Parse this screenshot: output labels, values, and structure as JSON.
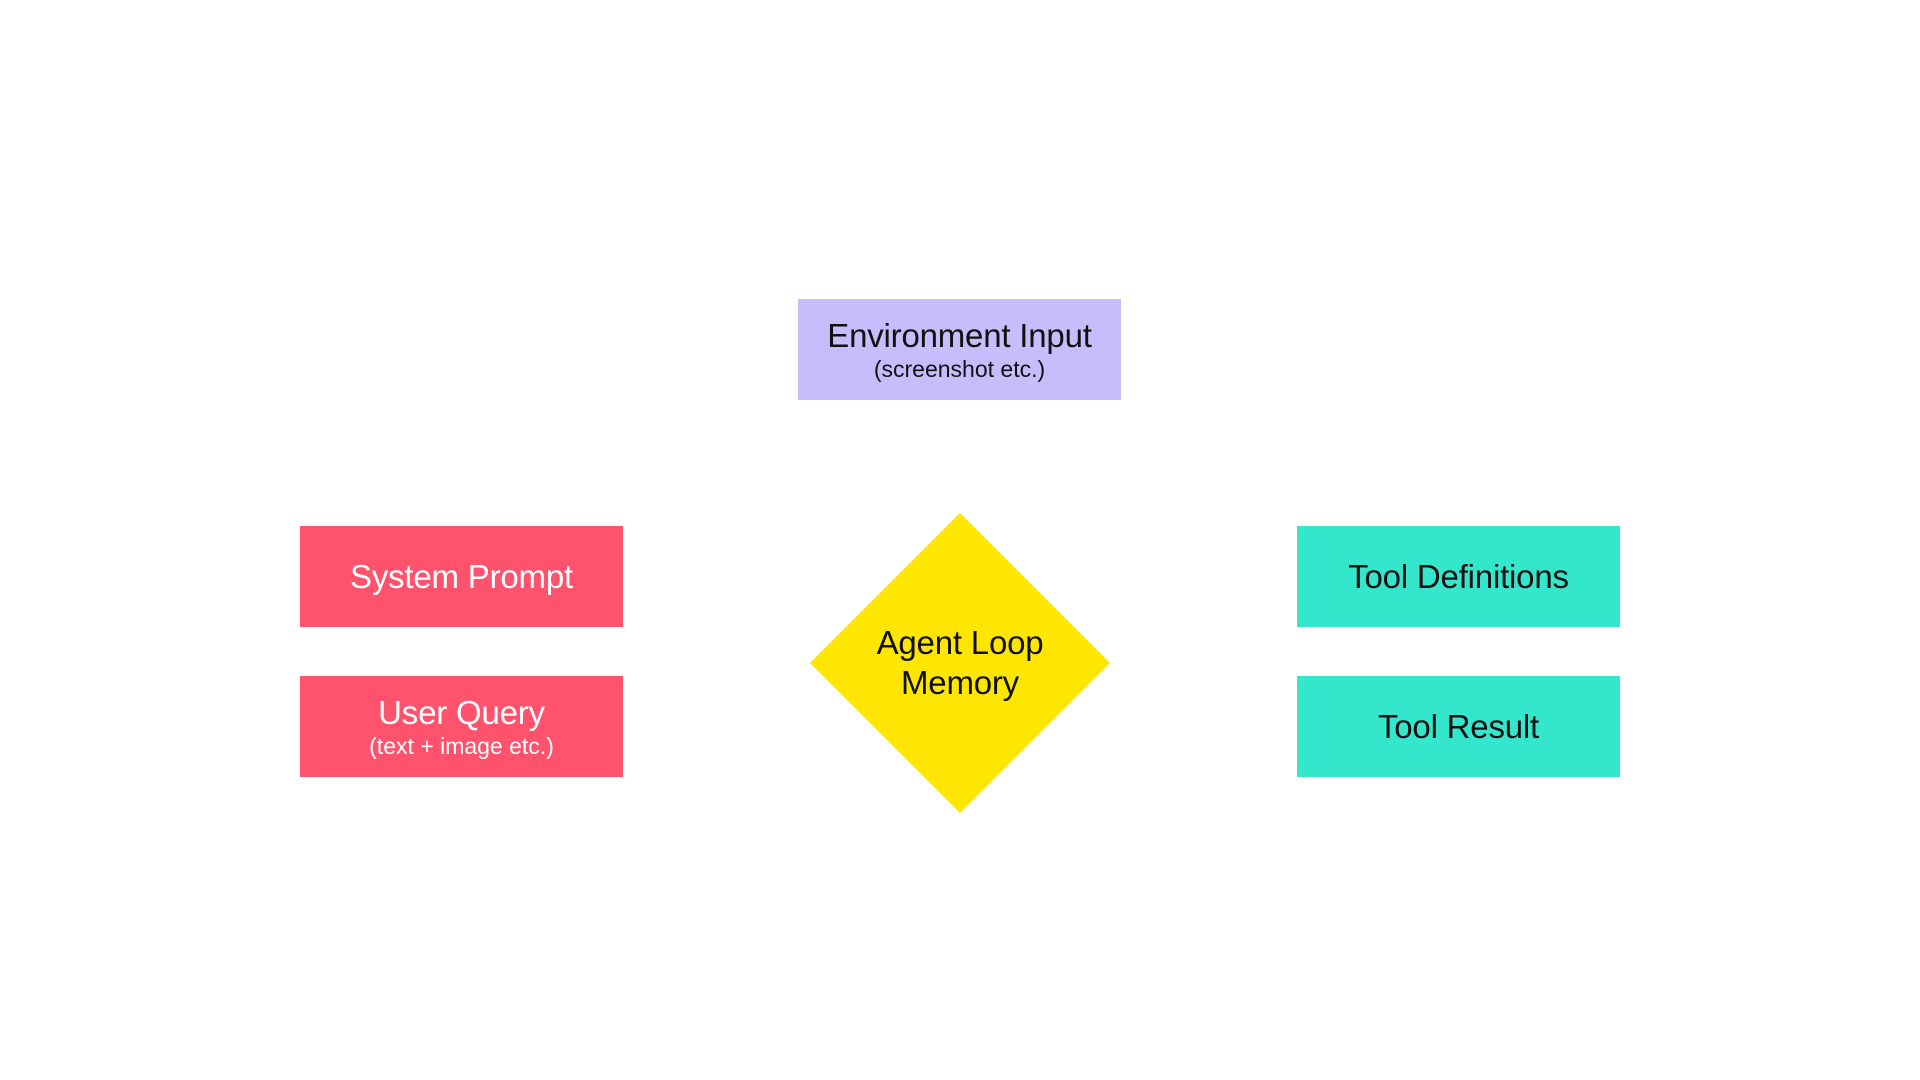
{
  "colors": {
    "environment": "#c5bdfc",
    "input_blocks": "#ff526d",
    "tool_blocks": "#33e6cc",
    "memory": "#ffe600",
    "background": "#ffffff"
  },
  "environment_input": {
    "title": "Environment Input",
    "subtitle": "(screenshot etc.)"
  },
  "system_prompt": {
    "title": "System Prompt"
  },
  "user_query": {
    "title": "User Query",
    "subtitle": "(text + image etc.)"
  },
  "agent_loop_memory": {
    "line1": "Agent Loop",
    "line2": "Memory"
  },
  "tool_definitions": {
    "title": "Tool Definitions"
  },
  "tool_result": {
    "title": "Tool Result"
  }
}
